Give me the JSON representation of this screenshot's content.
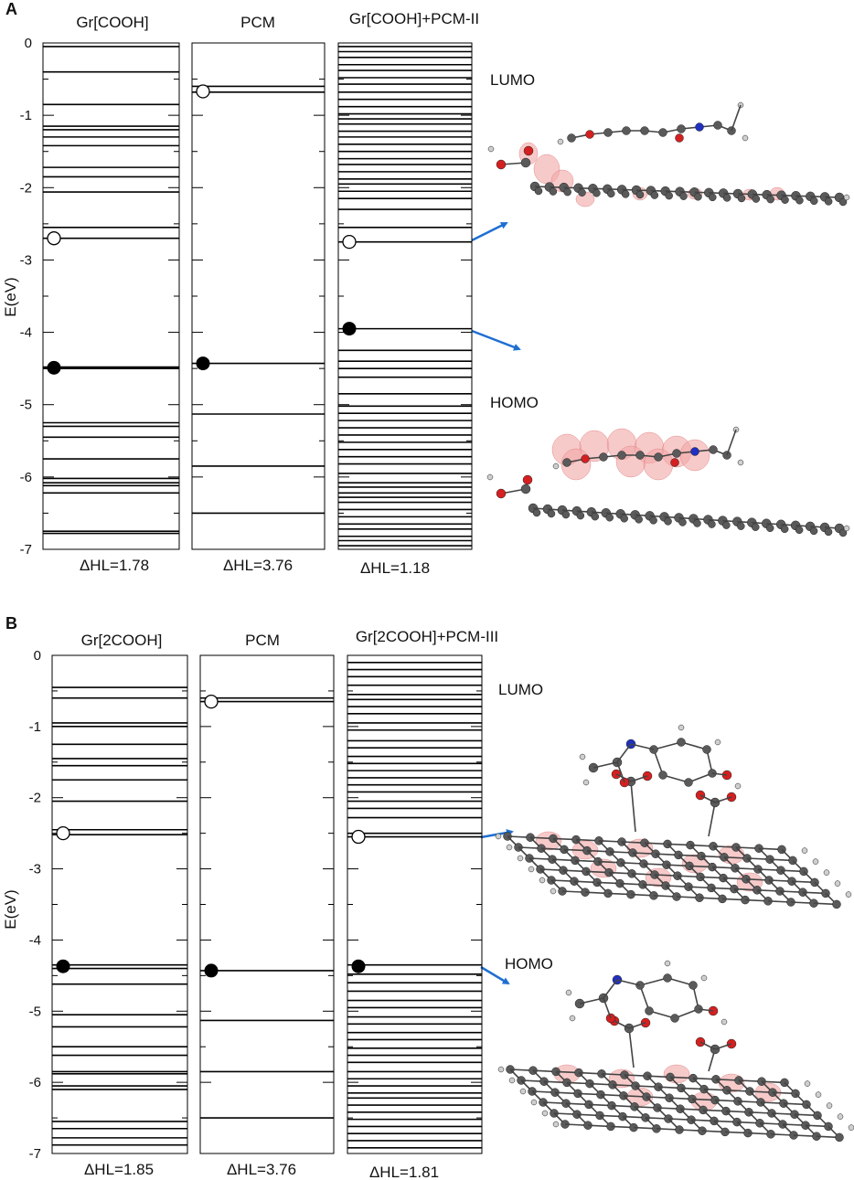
{
  "colors": {
    "line": "#000000",
    "arrow": "#1f6fd1",
    "carbon": "#5a5a5a",
    "oxygen": "#d42020",
    "nitrogen": "#2030c0",
    "hydrogen": "#cfcfcf",
    "orbital": "#f2a6a6"
  },
  "chart_data": [
    {
      "type": "energy-level-diagram",
      "panel_label": "A",
      "ylabel": "E(eV)",
      "ylim": [
        -7,
        0
      ],
      "yticks": [
        "0",
        "-1",
        "-2",
        "-3",
        "-4",
        "-5",
        "-6",
        "-7"
      ],
      "columns": [
        {
          "title": "Gr[COOH]",
          "gap_label": "ΔHL=1.78",
          "levels": [
            -0.05,
            -0.4,
            -0.85,
            -1.15,
            -1.2,
            -1.3,
            -1.42,
            -1.72,
            -1.85,
            -2.06,
            -2.55,
            -2.7,
            -4.48,
            -4.5,
            -5.25,
            -5.3,
            -5.45,
            -5.75,
            -6.02,
            -6.08,
            -6.12,
            -6.22,
            -6.75,
            -6.78
          ],
          "homo": -4.49,
          "lumo": -2.7
        },
        {
          "title": "PCM",
          "gap_label": "ΔHL=3.76",
          "levels": [
            -0.6,
            -0.68,
            -4.43,
            -5.13,
            -5.85,
            -6.5
          ],
          "homo": -4.43,
          "lumo": -0.67
        },
        {
          "title": "Gr[COOH]+PCM-II",
          "gap_label": "ΔHL=1.18",
          "levels": [
            -0.05,
            -0.12,
            -0.2,
            -0.3,
            -0.38,
            -0.48,
            -0.57,
            -0.68,
            -0.78,
            -0.88,
            -0.98,
            -1.05,
            -1.12,
            -1.22,
            -1.3,
            -1.4,
            -1.5,
            -1.6,
            -1.68,
            -1.78,
            -1.88,
            -1.95,
            -2.05,
            -2.15,
            -2.3,
            -2.55,
            -2.75,
            -3.95,
            -4.25,
            -4.4,
            -4.5,
            -4.62,
            -4.85,
            -5.02,
            -5.12,
            -5.22,
            -5.32,
            -5.42,
            -5.52,
            -5.62,
            -5.72,
            -5.82,
            -5.95,
            -6.08,
            -6.14,
            -6.22,
            -6.28,
            -6.35,
            -6.45,
            -6.55,
            -6.65,
            -6.72,
            -6.82,
            -6.88,
            -6.95
          ],
          "homo": -3.95,
          "lumo": -2.75
        }
      ],
      "annotations": [
        "LUMO",
        "HOMO"
      ]
    },
    {
      "type": "energy-level-diagram",
      "panel_label": "B",
      "ylabel": "E(eV)",
      "ylim": [
        -7,
        0
      ],
      "yticks": [
        "0",
        "-1",
        "-2",
        "-3",
        "-4",
        "-5",
        "-6",
        "-7"
      ],
      "columns": [
        {
          "title": "Gr[2COOH]",
          "gap_label": "ΔHL=1.85",
          "levels": [
            -0.45,
            -0.6,
            -0.95,
            -1.0,
            -1.25,
            -1.45,
            -1.55,
            -1.75,
            -2.05,
            -2.45,
            -2.52,
            -4.35,
            -4.4,
            -4.62,
            -5.05,
            -5.22,
            -5.5,
            -5.62,
            -5.85,
            -5.88,
            -6.05,
            -6.1,
            -6.55,
            -6.65,
            -6.78,
            -6.88
          ],
          "homo": -4.37,
          "lumo": -2.5
        },
        {
          "title": "PCM",
          "gap_label": "ΔHL=3.76",
          "levels": [
            -0.6,
            -0.65,
            -4.43,
            -5.13,
            -5.85,
            -6.5
          ],
          "homo": -4.43,
          "lumo": -0.65
        },
        {
          "title": "Gr[2COOH]+PCM-III",
          "gap_label": "ΔHL=1.81",
          "levels": [
            -0.1,
            -0.2,
            -0.3,
            -0.42,
            -0.55,
            -0.62,
            -0.72,
            -0.82,
            -0.95,
            -1.05,
            -1.2,
            -1.3,
            -1.42,
            -1.52,
            -1.62,
            -1.72,
            -1.82,
            -1.92,
            -2.05,
            -2.15,
            -2.28,
            -2.5,
            -2.55,
            -4.35,
            -4.48,
            -4.6,
            -4.72,
            -4.85,
            -4.95,
            -5.08,
            -5.18,
            -5.3,
            -5.4,
            -5.52,
            -5.62,
            -5.72,
            -5.85,
            -5.95,
            -6.05,
            -6.15,
            -6.22,
            -6.32,
            -6.42,
            -6.52,
            -6.62,
            -6.72,
            -6.82,
            -6.92
          ],
          "homo": -4.37,
          "lumo": -2.55
        }
      ],
      "annotations": [
        "LUMO",
        "HOMO"
      ]
    }
  ]
}
